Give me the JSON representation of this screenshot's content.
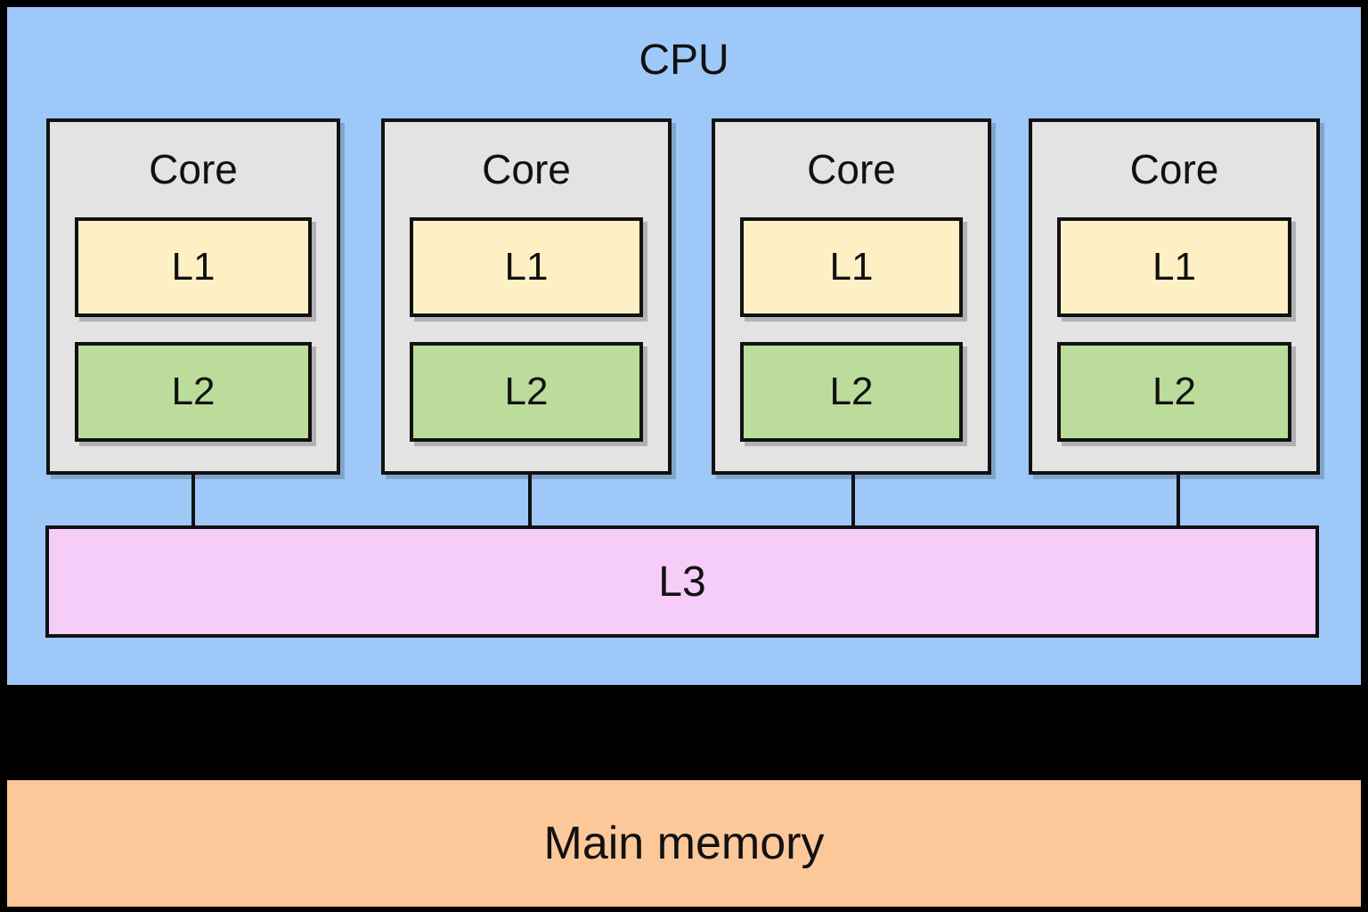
{
  "cpu": {
    "label": "CPU"
  },
  "cores": [
    {
      "label": "Core",
      "l1": "L1",
      "l2": "L2"
    },
    {
      "label": "Core",
      "l1": "L1",
      "l2": "L2"
    },
    {
      "label": "Core",
      "l1": "L1",
      "l2": "L2"
    },
    {
      "label": "Core",
      "l1": "L1",
      "l2": "L2"
    }
  ],
  "l3": {
    "label": "L3"
  },
  "memory": {
    "label": "Main memory"
  },
  "colors": {
    "cpu": "#9ec8f8",
    "core": "#e3e3e3",
    "l1": "#fdf0c4",
    "l2": "#bcdc9c",
    "l3": "#f6ccf8",
    "memory": "#fdc899",
    "border": "#111111",
    "background": "#000000"
  }
}
